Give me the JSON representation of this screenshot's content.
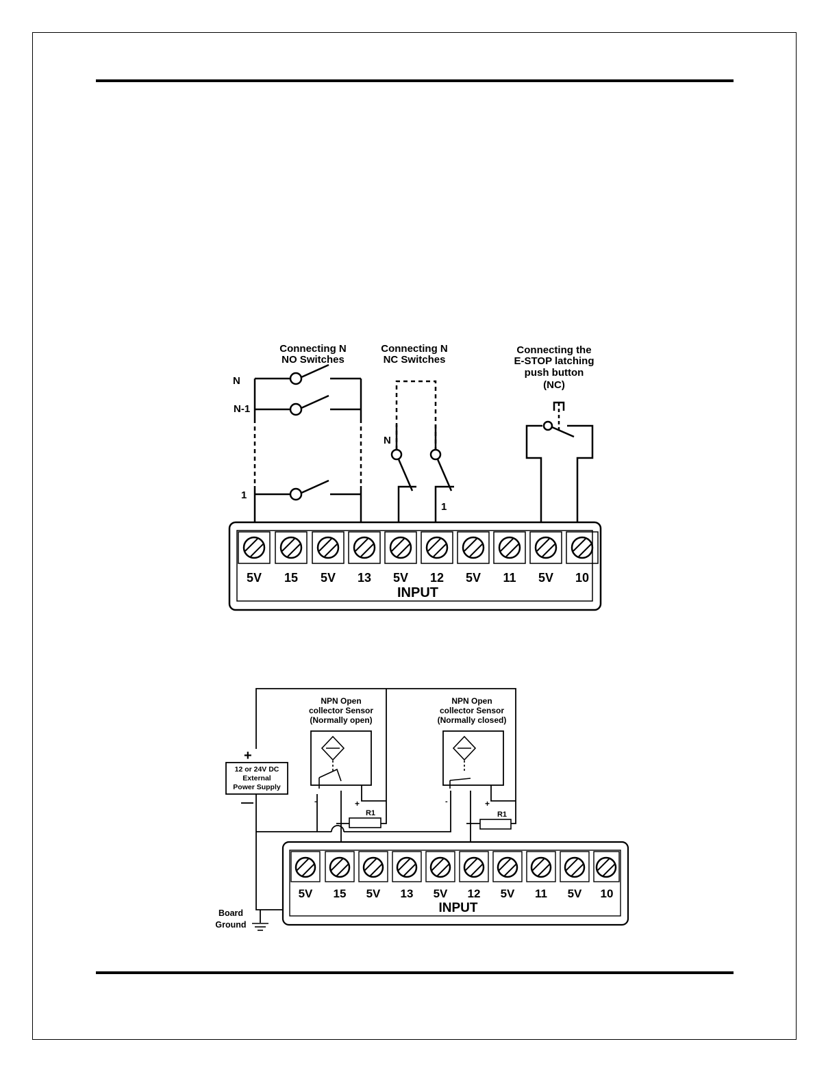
{
  "diagram1": {
    "no_title": [
      "Connecting N",
      "NO Switches"
    ],
    "nc_title": [
      "Connecting N",
      "NC Switches"
    ],
    "estop_title": [
      "Connecting the",
      "E-STOP latching",
      "push button",
      "(NC)"
    ],
    "no_labels": [
      "N",
      "N-1",
      "1"
    ],
    "nc_labels": [
      "N",
      "1"
    ],
    "terminals": [
      "5V",
      "15",
      "5V",
      "13",
      "5V",
      "12",
      "5V",
      "11",
      "5V",
      "10"
    ],
    "block_label": "INPUT"
  },
  "diagram2": {
    "sensor_no": [
      "NPN Open",
      "collector Sensor",
      "(Normally open)"
    ],
    "sensor_nc": [
      "NPN Open",
      "collector Sensor",
      "(Normally closed)"
    ],
    "power_supply": [
      "12 or 24V DC",
      "External",
      "Power Supply"
    ],
    "plus": "+",
    "minus": "—",
    "resistor": "R1",
    "pin_minus": "-",
    "pin_plus": "+",
    "ground": [
      "Board",
      "Ground"
    ],
    "terminals": [
      "5V",
      "15",
      "5V",
      "13",
      "5V",
      "12",
      "5V",
      "11",
      "5V",
      "10"
    ],
    "block_label": "INPUT"
  }
}
